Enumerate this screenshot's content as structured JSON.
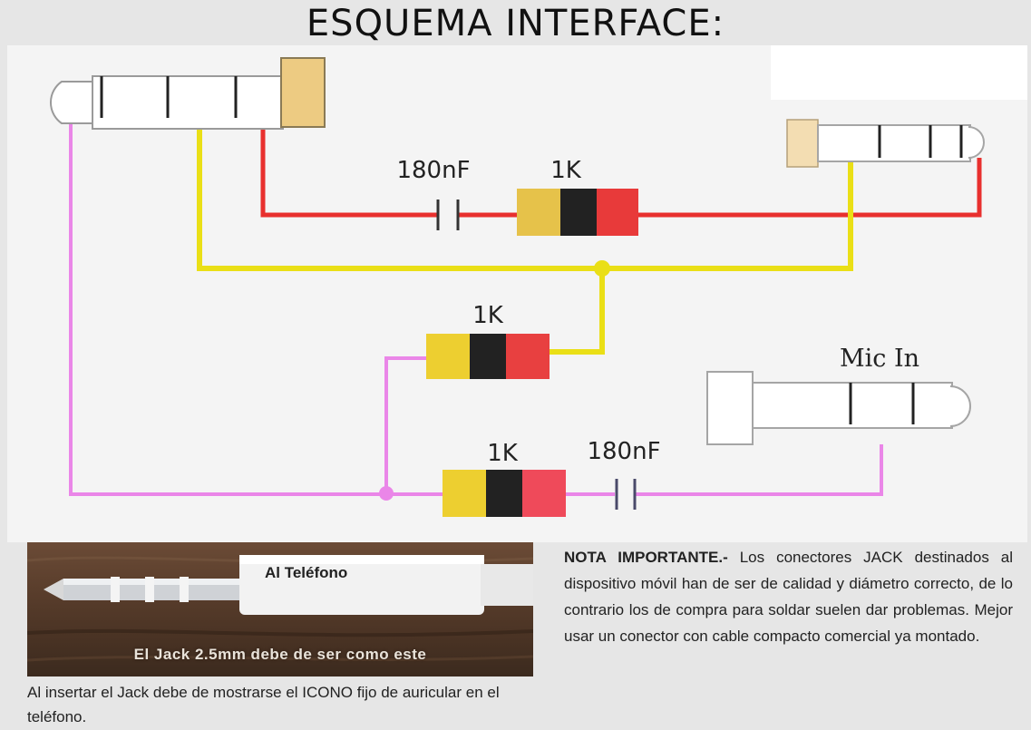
{
  "title": "ESQUEMA INTERFACE:",
  "diagram": {
    "cap_top_label": "180nF",
    "res_top_label": "1K",
    "res_mid_label": "1K",
    "mic_label": "Mic In",
    "res_bot_label": "1K",
    "cap_bot_label": "180nF",
    "wire_colors": {
      "red": "#e8302e",
      "yellow": "#eadf16",
      "pink": "#ea86e8"
    }
  },
  "photo": {
    "label": "Al Teléfono",
    "caption": "El Jack 2.5mm debe de ser como este"
  },
  "caption": "Al insertar el Jack debe de mostrarse el ICONO fijo de auricular en el teléfono.",
  "note": {
    "heading": "NOTA IMPORTANTE.-",
    "body": "Los conectores JACK destinados al dispositivo móvil han de ser de calidad y diámetro correcto, de lo contrario los de compra para soldar suelen dar problemas. Mejor usar un conector con cable compacto comercial ya montado."
  }
}
